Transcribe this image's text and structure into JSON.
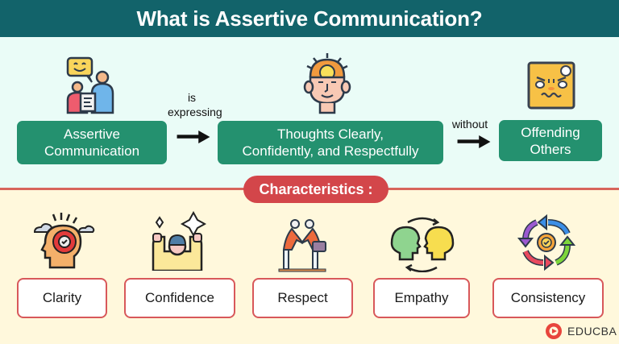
{
  "header": {
    "title": "What is Assertive Communication?"
  },
  "flow": {
    "nodes": [
      {
        "label_line1": "Assertive",
        "label_line2": "Communication",
        "icon": "conversation-people-icon"
      },
      {
        "label_line1": "Thoughts Clearly,",
        "label_line2": "Confidently, and Respectfully",
        "icon": "thinking-head-lightbulb-icon"
      },
      {
        "label_line1": "Offending",
        "label_line2": "Others",
        "icon": "angry-face-icon"
      }
    ],
    "connectors": [
      {
        "line1": "is",
        "line2": "expressing"
      },
      {
        "line1": "without",
        "line2": ""
      }
    ]
  },
  "characteristics": {
    "heading": "Characteristics :",
    "items": [
      {
        "label": "Clarity",
        "icon": "brain-head-check-icon"
      },
      {
        "label": "Confidence",
        "icon": "cheering-person-icon"
      },
      {
        "label": "Respect",
        "icon": "handshake-icon"
      },
      {
        "label": "Empathy",
        "icon": "two-heads-exchange-icon"
      },
      {
        "label": "Consistency",
        "icon": "cycle-arrows-check-icon"
      }
    ]
  },
  "brand": {
    "name": "EDUCBA"
  },
  "colors": {
    "header_bg": "#12636a",
    "top_bg": "#eafcf7",
    "bottom_bg": "#fff8dc",
    "green_box": "#24916f",
    "accent_red": "#d3464a"
  }
}
